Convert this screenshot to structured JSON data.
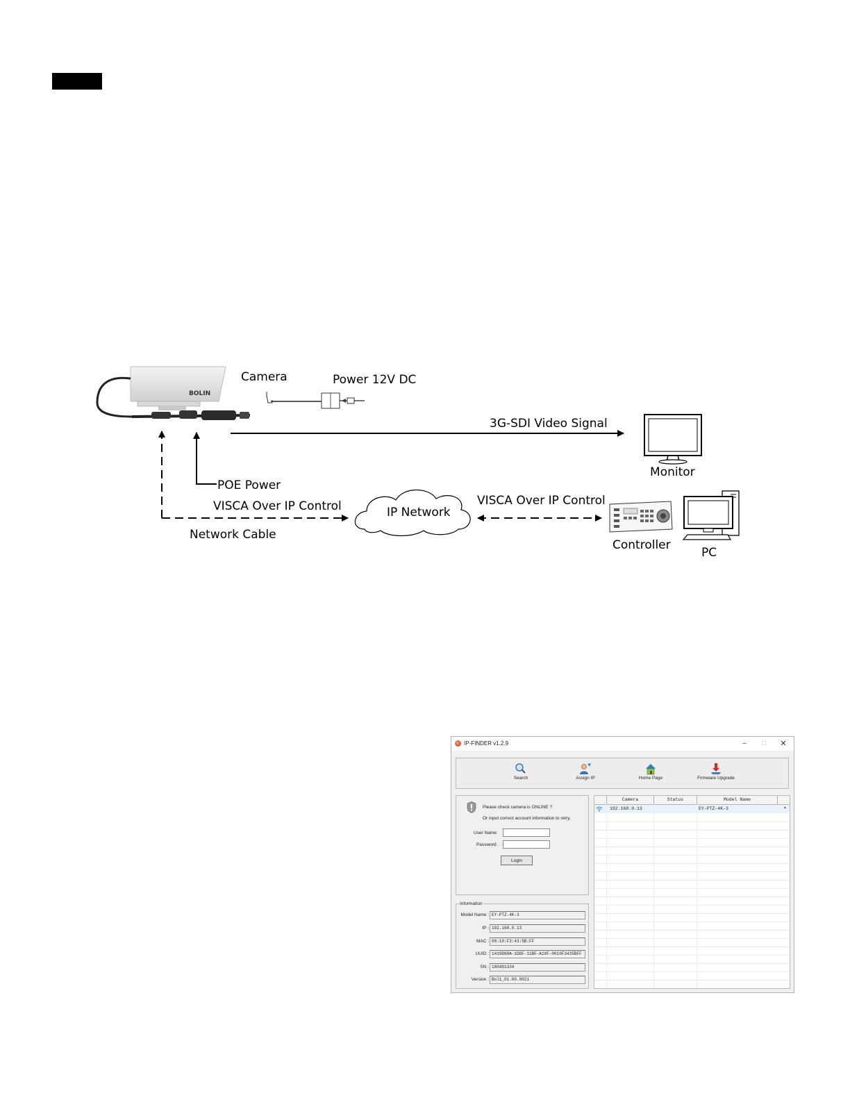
{
  "diagram": {
    "labels": {
      "camera": "Camera",
      "power": "Power 12V DC",
      "brand": "BOLIN",
      "sdi": "3G-SDI Video Signal",
      "monitor": "Monitor",
      "poe": "POE Power",
      "visca_left": "VISCA Over IP Control",
      "network_cable": "Network Cable",
      "ip_network": "IP Network",
      "visca_right": "VISCA Over IP Control",
      "controller": "Controller",
      "pc": "PC"
    }
  },
  "window": {
    "title": "IP-FINDER v1.2.9",
    "controls": {
      "minimize": "–",
      "maximize": "□",
      "close": "✕"
    },
    "toolbar": [
      {
        "label": "Search",
        "icon": "magnifier-icon"
      },
      {
        "label": "Assign IP",
        "icon": "assign-ip-icon"
      },
      {
        "label": "Home Page",
        "icon": "home-icon"
      },
      {
        "label": "Firmware Upgrade",
        "icon": "download-arrow-icon"
      }
    ],
    "login": {
      "message_line1": "Please check camera is ONLINE ?",
      "message_line2": "Or input correct account information to retry.",
      "username_label": "User Name:",
      "password_label": "Password:",
      "username_value": "",
      "password_value": "",
      "login_button": "Login"
    },
    "information": {
      "legend": "Information",
      "rows": [
        {
          "key": "Model Name :",
          "value": "EY-PTZ-4K-3"
        },
        {
          "key": "IP :",
          "value": "192.168.0.13"
        },
        {
          "key": "MAC :",
          "value": "00:10:F3:43:5B:FF"
        },
        {
          "key": "UUID :",
          "value": "1419D68A-1DDF-11BF-A10F-0010F3435BFF"
        },
        {
          "key": "SN :",
          "value": "180401334"
        },
        {
          "key": "Version :",
          "value": "Bol1_01.00.0021"
        }
      ]
    },
    "camera_list": {
      "headers": [
        "Camera",
        "Status",
        "Model Name"
      ],
      "rows": [
        {
          "camera": "192.168.0.13",
          "status": "",
          "model": "EY-PTZ-4K-3"
        }
      ],
      "scroll_glyph": "▲"
    },
    "colors": {
      "selected_row": "#e9f2fb",
      "border": "#b9b9b9"
    }
  }
}
